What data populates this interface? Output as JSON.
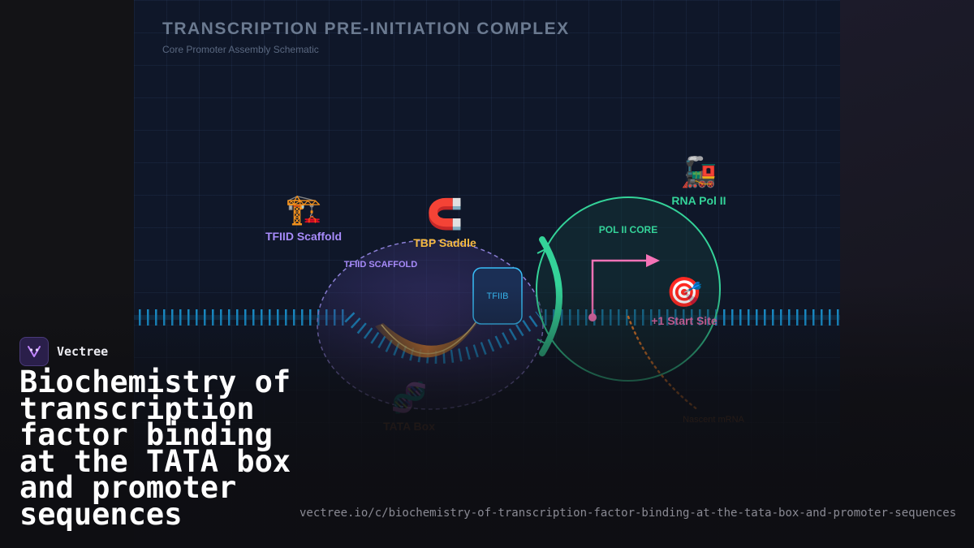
{
  "diagram": {
    "title": "TRANSCRIPTION PRE-INITIATION COMPLEX",
    "subtitle": "Core Promoter Assembly Schematic",
    "nodes": {
      "tfiid": {
        "label": "TFIID Scaffold",
        "region_label": "TFIID SCAFFOLD",
        "icon": "crane-icon",
        "emoji": "🏗️",
        "color": "#a78bfa"
      },
      "tbp": {
        "label": "TBP Saddle",
        "icon": "magnet-icon",
        "emoji": "🧲",
        "color": "#f5b942"
      },
      "tfiib": {
        "label": "TFIIB",
        "color": "#38bdf8"
      },
      "tata": {
        "label": "TATA Box",
        "icon": "dna-icon",
        "emoji": "🧬",
        "color": "#c8702a"
      },
      "polii": {
        "label": "RNA Pol II",
        "region_label": "POL II CORE",
        "icon": "locomotive-icon",
        "emoji": "🚂",
        "color": "#34d399"
      },
      "start": {
        "label": "+1 Start Site",
        "icon": "target-icon",
        "emoji": "🎯",
        "color": "#f472b6"
      },
      "mrna": {
        "label": "Nascent mRNA",
        "color": "#e07a2a"
      }
    }
  },
  "brand": {
    "name": "Vectree"
  },
  "headline": "Biochemistry of transcription factor binding at the TATA box and promoter sequences",
  "url": "vectree.io/c/biochemistry-of-transcription-factor-binding-at-the-tata-box-and-promoter-sequences"
}
